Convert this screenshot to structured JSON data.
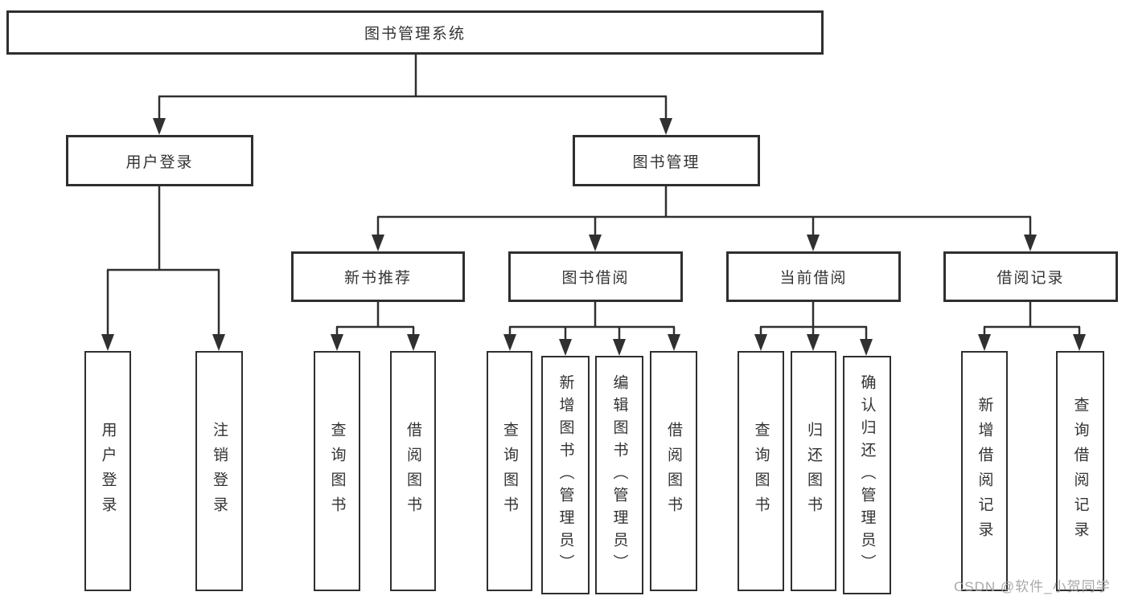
{
  "diagram": {
    "root": "图书管理系统",
    "level2": [
      "用户登录",
      "图书管理"
    ],
    "level3": [
      "新书推荐",
      "图书借阅",
      "当前借阅",
      "借阅记录"
    ],
    "leaves": {
      "user_login": [
        "用户登录",
        "注销登录"
      ],
      "new_books": [
        "查询图书",
        "借阅图书"
      ],
      "book_borrow": [
        "查询图书",
        "新增图书（管理员）",
        "编辑图书（管理员）",
        "借阅图书"
      ],
      "current_borrow": [
        "查询图书",
        "归还图书",
        "确认归还（管理员）"
      ],
      "borrow_records": [
        "新增借阅记录",
        "查询借阅记录"
      ]
    },
    "watermark": "CSDN @软件_小贺同学",
    "colors": {
      "line": "#303030",
      "text": "#333333",
      "watermark": "#9e9e9e",
      "background": "#ffffff"
    }
  }
}
